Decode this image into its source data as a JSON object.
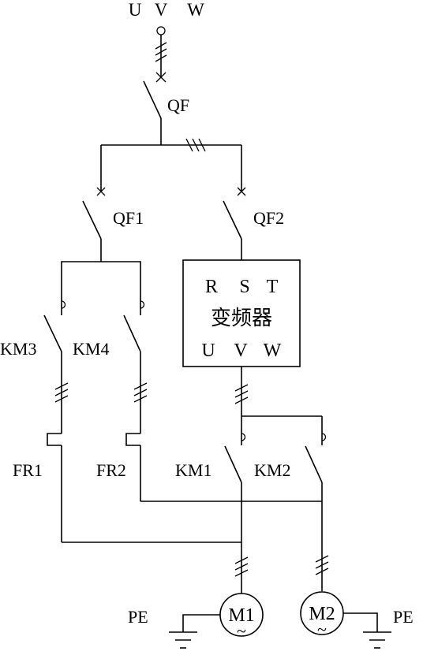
{
  "supply": {
    "phase_u": "U",
    "phase_v": "V",
    "phase_w": "W"
  },
  "breakers": {
    "main": "QF",
    "branch_1": "QF1",
    "branch_2": "QF2"
  },
  "inverter": {
    "in_r": "R",
    "in_s": "S",
    "in_t": "T",
    "name": "变频器",
    "out_u": "U",
    "out_v": "V",
    "out_w": "W"
  },
  "contactors": {
    "km1": "KM1",
    "km2": "KM2",
    "km3": "KM3",
    "km4": "KM4"
  },
  "thermal_relays": {
    "fr1": "FR1",
    "fr2": "FR2"
  },
  "motors": {
    "m1": "M1",
    "m2": "M2",
    "symbol": "~"
  },
  "grounds": {
    "left_label": "PE",
    "right_label": "PE"
  }
}
